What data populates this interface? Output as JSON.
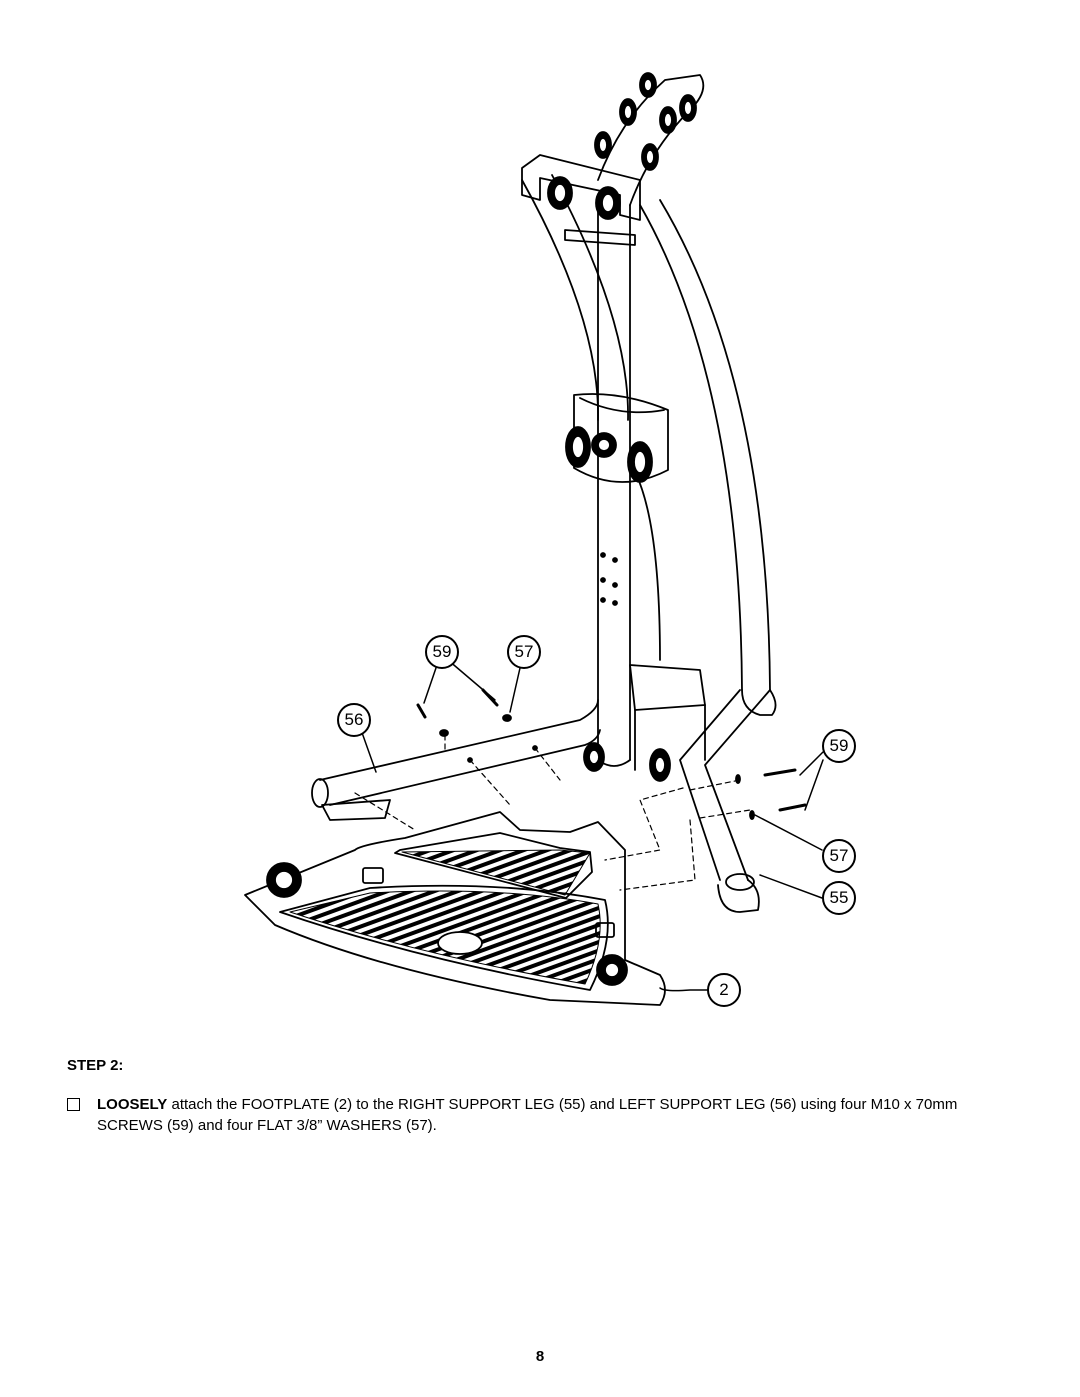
{
  "diagram": {
    "callouts": {
      "c59_top": "59",
      "c57_top": "57",
      "c56": "56",
      "c59_right": "59",
      "c57_right": "57",
      "c55": "55",
      "c2": "2"
    }
  },
  "step": {
    "heading": "STEP 2:",
    "instruction_bold": "LOOSELY",
    "instruction_text": " attach the FOOTPLATE (2) to the RIGHT SUPPORT LEG (55) and LEFT SUPPORT LEG (56) using four M10 x 70mm SCREWS (59) and four FLAT 3/8” WASHERS (57)."
  },
  "page_number": "8"
}
